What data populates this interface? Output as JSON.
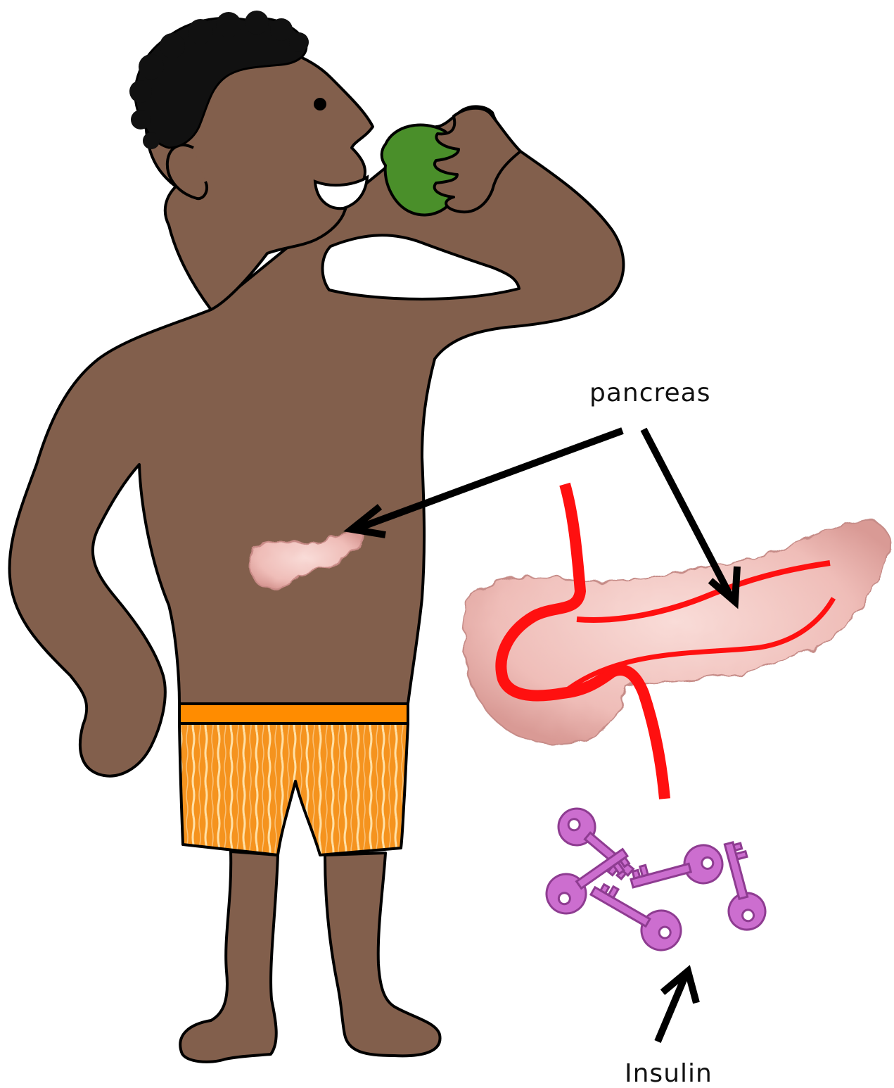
{
  "labels": {
    "pancreas": "pancreas",
    "insulin": "Insulin"
  },
  "colors": {
    "skin": "#825f4c",
    "outline": "#000000",
    "shorts_orange": "#f5931e",
    "shorts_stripe": "#ffe0a6",
    "waistband": "#ff8c00",
    "apple": "#4a8f2a",
    "pancreas_pink": "#f3c6c2",
    "duct_red": "#ff1010",
    "key_purple": "#cc6ecf",
    "key_outline": "#8e3c91"
  },
  "icons": {
    "insulin_keys": "key-icon"
  },
  "key_count": 5
}
